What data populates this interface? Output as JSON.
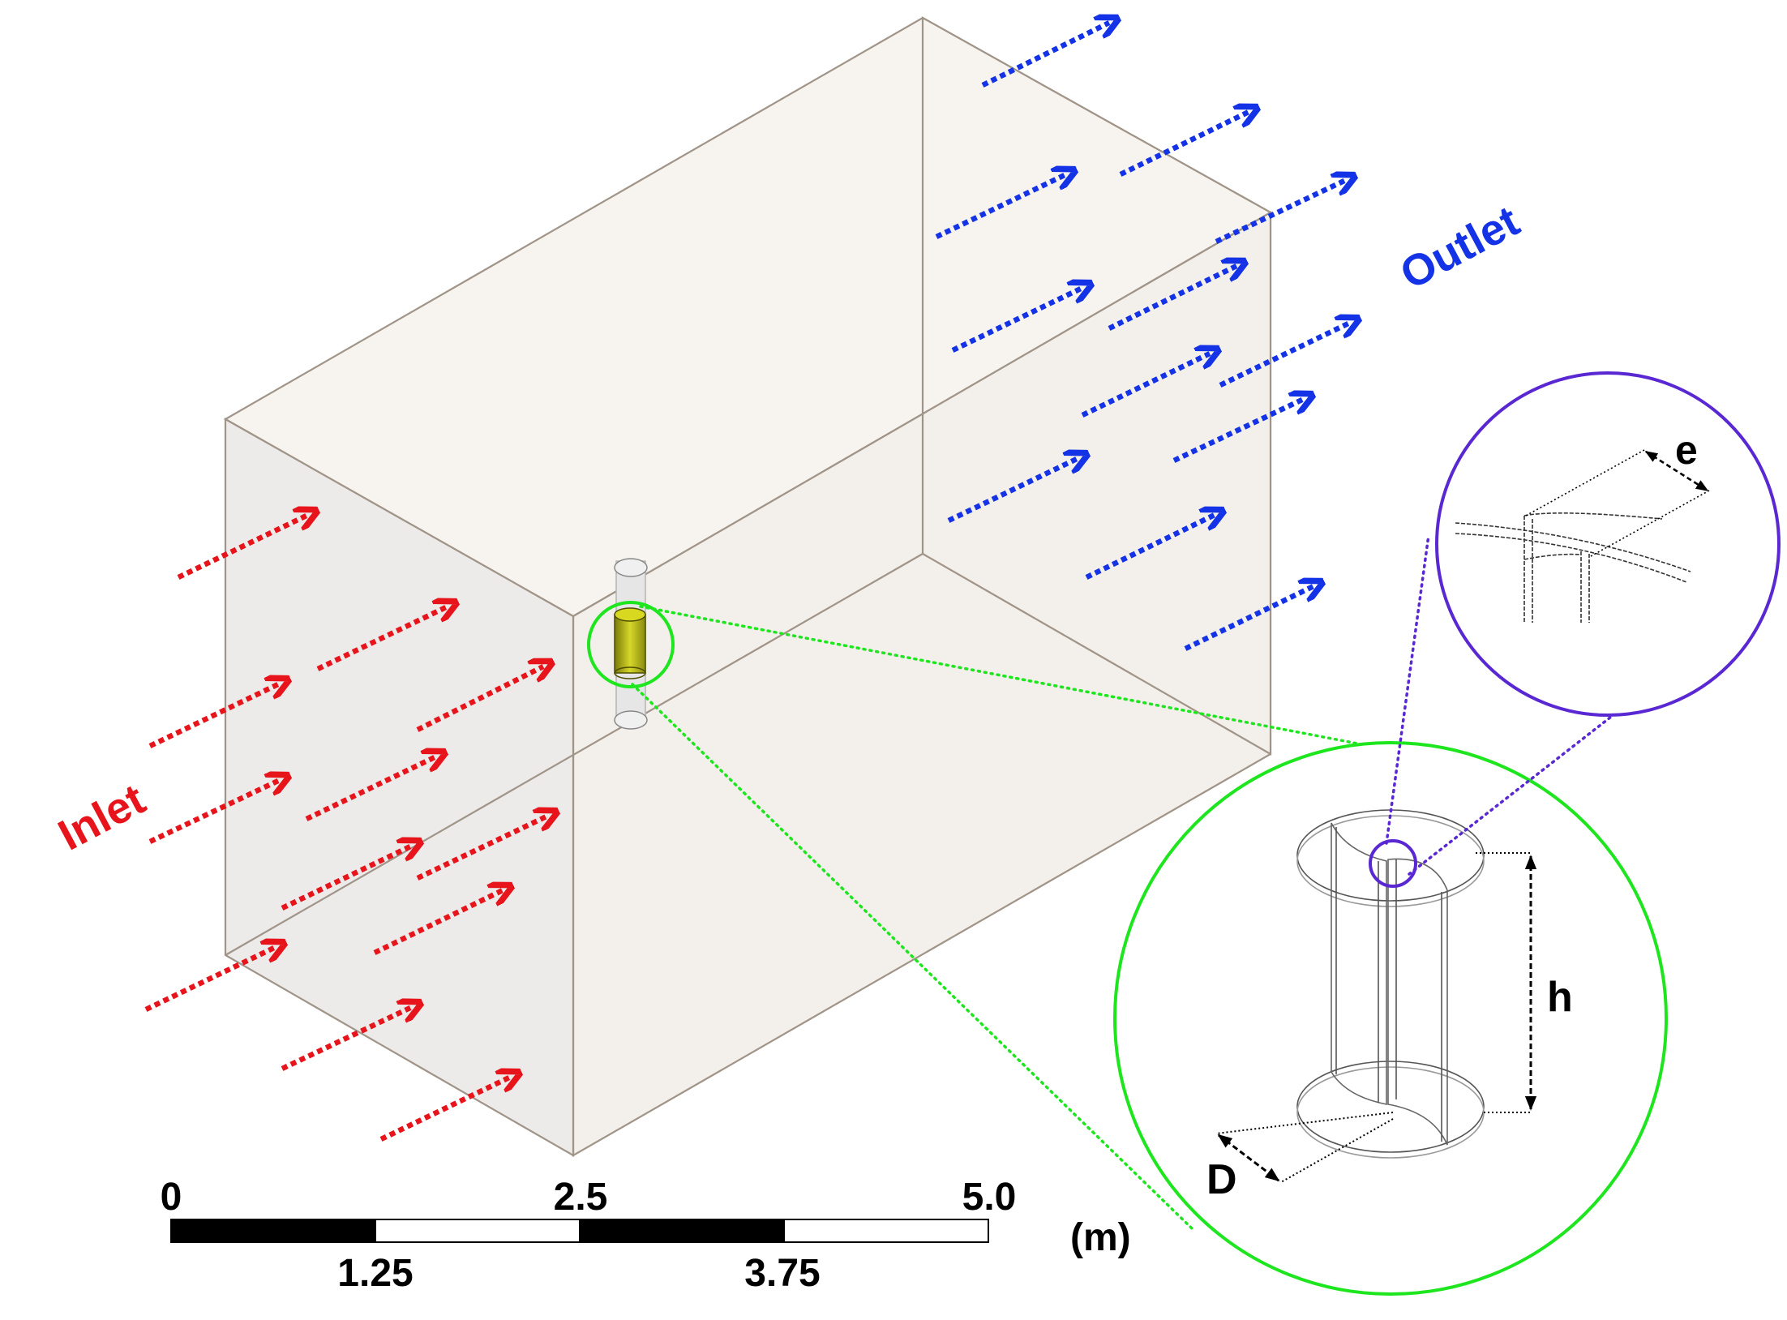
{
  "labels": {
    "inlet": "Inlet",
    "outlet": "Outlet",
    "dim_e": "e",
    "dim_h": "h",
    "dim_D": "D"
  },
  "scale_bar": {
    "top_ticks": [
      "0",
      "2.5",
      "5.0"
    ],
    "bottom_ticks": [
      "1.25",
      "3.75"
    ],
    "unit": "(m)"
  },
  "colors": {
    "inlet_arrows": "#e8141b",
    "outlet_arrows": "#1432e6",
    "zoom_circle": "#1ee61e",
    "detail_circle": "#5a28d2",
    "turbine": "#c8c814",
    "domain_fill": "#f5f1ec",
    "domain_edge": "#a09488"
  }
}
